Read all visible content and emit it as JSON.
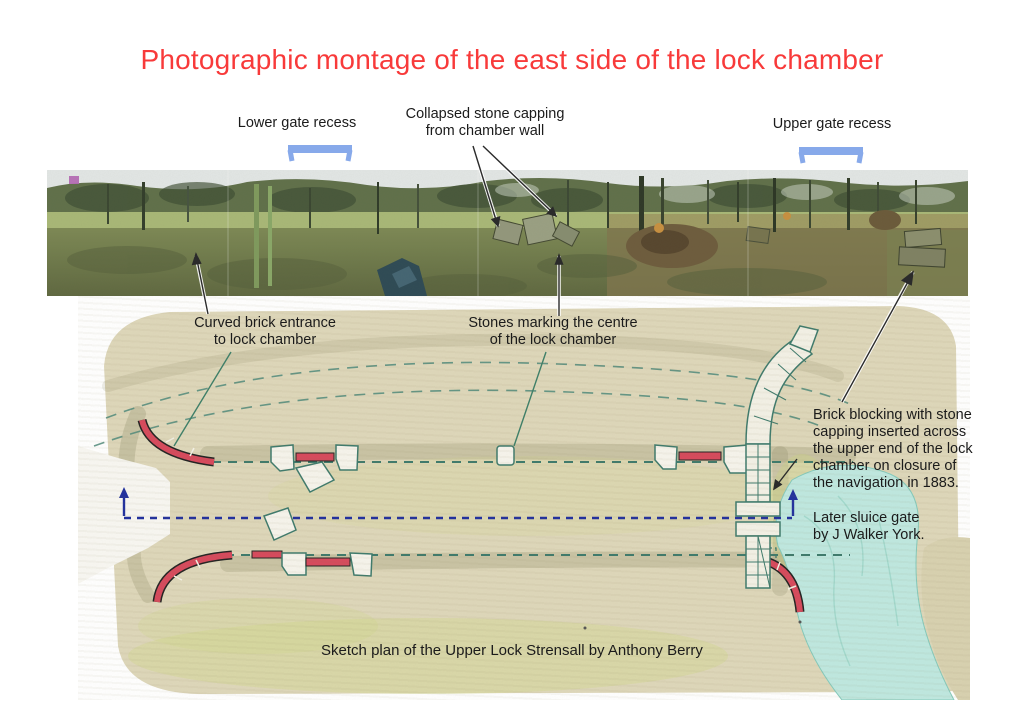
{
  "title": "Photographic montage of the east side of the lock chamber",
  "photo_annotations": {
    "lower_gate": "Lower gate recess",
    "collapsed_capping": "Collapsed stone capping\nfrom chamber wall",
    "upper_gate": "Upper gate recess"
  },
  "plan_annotations": {
    "curved_brick": "Curved brick entrance\nto lock chamber",
    "stones_centre": "Stones marking the centre\nof the lock chamber",
    "brick_blocking": "Brick blocking with stone\ncapping inserted across\nthe upper end of the lock\nchamber on closure of\nthe navigation in 1883.",
    "later_sluice": "Later sluice gate\nby J Walker York.",
    "caption": "Sketch plan of the Upper Lock Strensall by Anthony Berry"
  },
  "palette": {
    "title_red": "#f83a3a",
    "bracket_blue": "#87a9ea",
    "brick_red": "#d7495c",
    "wall_teal": "#3e7a6c",
    "centerline_blue": "#202f9e",
    "water_cyan": "#bfe8e0",
    "plan_beige": "#ded7ba"
  }
}
